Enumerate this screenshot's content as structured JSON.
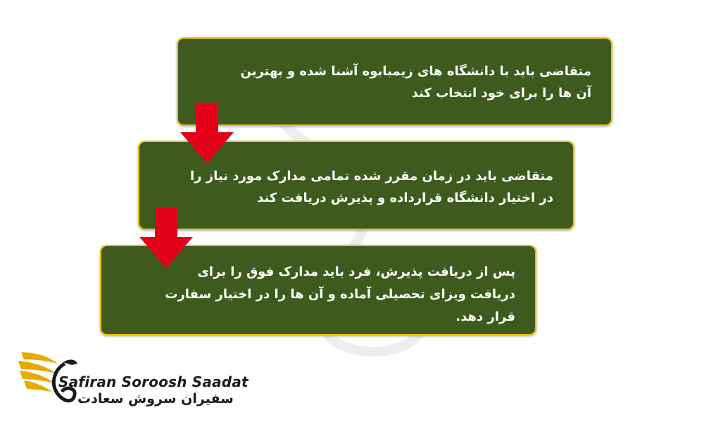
{
  "steps": [
    {
      "line1": "متقاضی باید با دانشگاه های زیمبابوه آشنا شده و بهترین",
      "line2": "آن ها را برای خود انتخاب کند"
    },
    {
      "line1": "متقاضی باید در زمان مقرر شده تمامی مدارک مورد نیاز را",
      "line2": "در اختیار دانشگاه قرارداده و پذیرش دریافت کند"
    },
    {
      "line1": "پس از دریافت پذیرش، فرد باید مدارک فوق را برای",
      "line2": "دریافت ویزای تحصیلی آماده و آن ها را در اختیار سفارت",
      "line3": "قرار دهد."
    }
  ],
  "logo": {
    "name_en": "Safiran Soroosh Saadat",
    "name_fa": "سفیران سروش سعادت"
  },
  "colors": {
    "box_fill": "#3f5a1d",
    "box_border": "#f2c200",
    "arrow": "#e3001b",
    "logo_gold": "#e8a900"
  },
  "icons": {
    "arrows": "arrow-down-icon",
    "logo": "eagle-logo-icon",
    "watermark": "watermark-logo-icon"
  }
}
